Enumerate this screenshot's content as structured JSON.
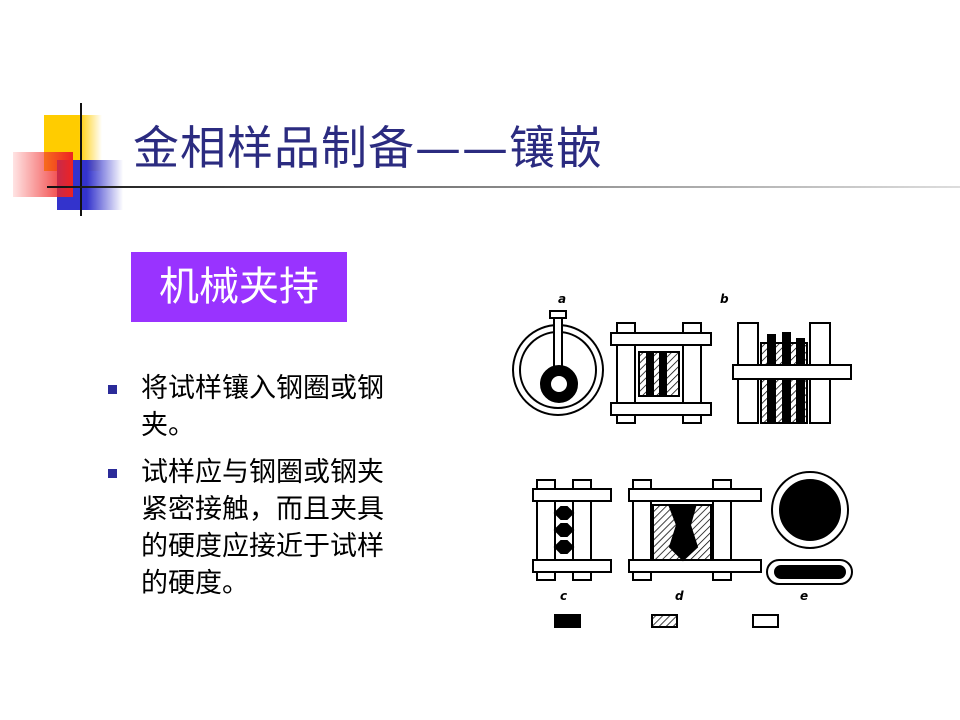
{
  "title": "金相样品制备——镶嵌",
  "tag": "机械夹持",
  "bullets": [
    {
      "lines": [
        "将试样镶入钢圈或钢",
        "夹。"
      ]
    },
    {
      "lines": [
        "试样应与钢圈或钢夹",
        "紧密接触，而且夹具",
        "的硬度应接近于试样",
        "的硬度。"
      ]
    }
  ],
  "figure": {
    "labels": {
      "a": "a",
      "b": "b",
      "c": "c",
      "d": "d",
      "e": "e"
    }
  },
  "colors": {
    "title": "#2b2b80",
    "tag_bg": "#9933ff",
    "bullet": "#2b2b99"
  }
}
